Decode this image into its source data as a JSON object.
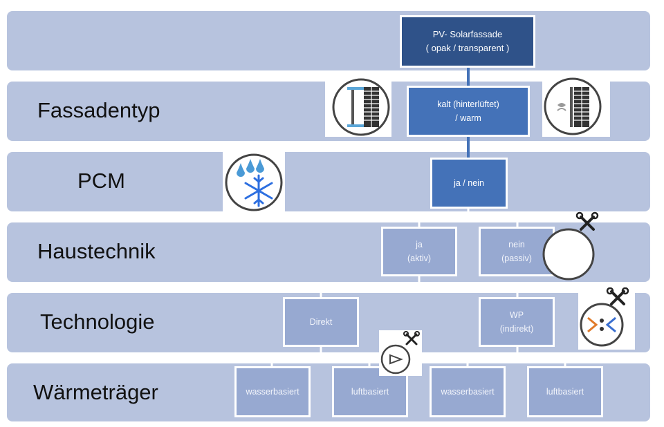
{
  "rows": [
    {
      "label": ""
    },
    {
      "label": "Fassadentyp"
    },
    {
      "label": "PCM"
    },
    {
      "label": "Haustechnik"
    },
    {
      "label": "Technologie"
    },
    {
      "label": "Wärmeträger"
    }
  ],
  "nodes": {
    "pv_line1": "PV- Solarfassade",
    "pv_line2": "( opak / transparent )",
    "fassade_line1": "kalt (hinterlüftet)",
    "fassade_line2": "/  warm",
    "pcm": "ja / nein",
    "haus_ja_line1": "ja",
    "haus_ja_line2": "(aktiv)",
    "haus_nein_line1": "nein",
    "haus_nein_line2": "(passiv)",
    "tech_direkt": "Direkt",
    "tech_wp_line1": "WP",
    "tech_wp_line2": "(indirekt)",
    "w1": "wasserbasiert",
    "w2": "luftbasiert",
    "w3": "wasserbasiert",
    "w4": "luftbasiert"
  },
  "icons": [
    "cold-facade-icon",
    "warm-facade-icon",
    "snowflake-drops-icon",
    "tools-circle-icon",
    "heat-pump-icon",
    "fan-icon"
  ],
  "colors": {
    "band": "#b7c3de",
    "dark_box": "#2f5289",
    "mid_box": "#4472b8",
    "light_box": "#97a9d1",
    "connector": "#ffffff",
    "top_connector": "#4472b8"
  }
}
